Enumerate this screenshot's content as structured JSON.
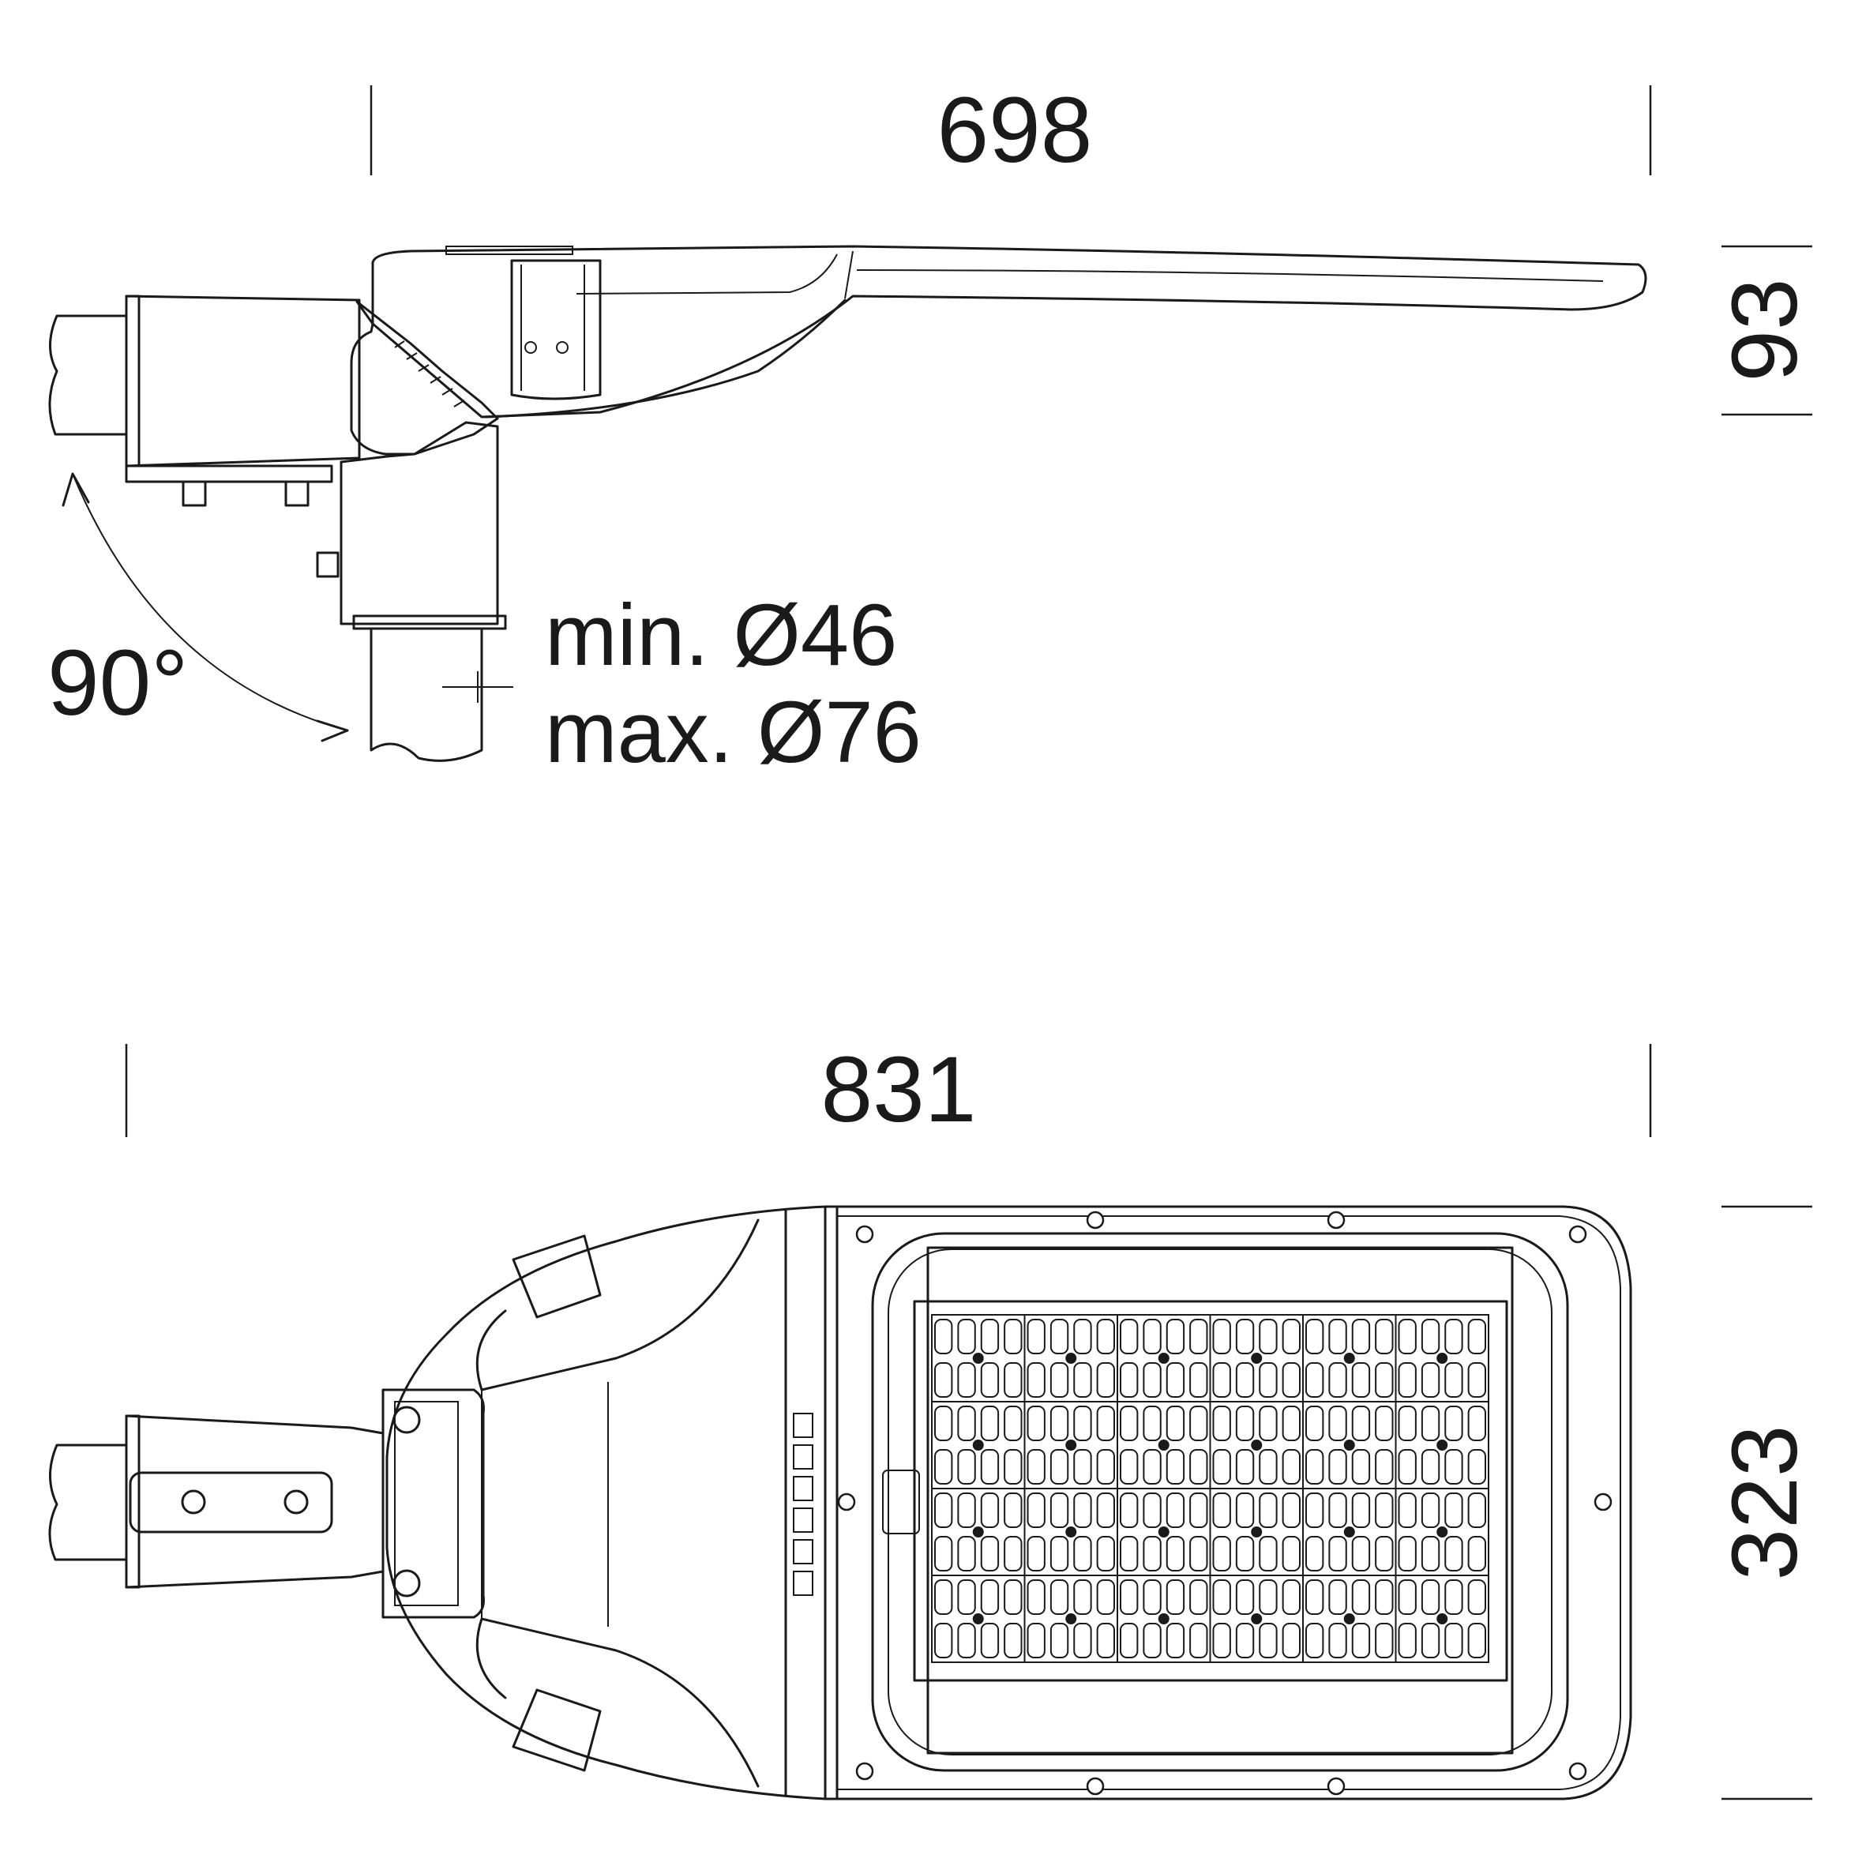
{
  "side_view": {
    "width_label": "698",
    "height_label": "93",
    "angle_label": "90°",
    "pole_min_label": "min. Ø46",
    "pole_max_label": "max. Ø76"
  },
  "top_view": {
    "width_label": "831",
    "height_label": "323"
  },
  "led_grid": {
    "modules_per_row": 6,
    "module_rows": 4,
    "led_columns_per_module": 4,
    "led_rows_per_module": 2
  }
}
